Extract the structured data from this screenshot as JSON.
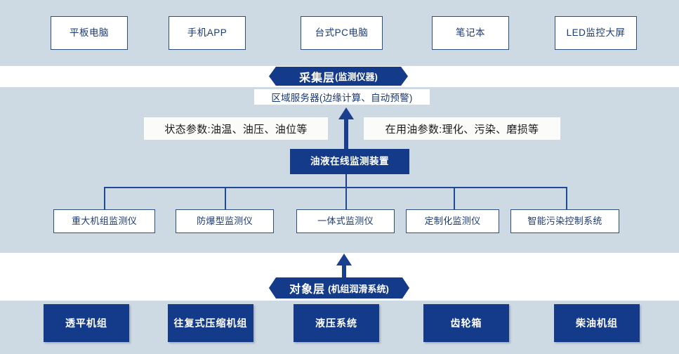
{
  "diagram": {
    "title_present": false,
    "colors": {
      "band_background": "#cdd9e3",
      "page_background": "#ffffff",
      "accent_dark_blue": "#143a8a",
      "outline_blue": "#2b4f81",
      "text_blue": "#1b3a73",
      "connector_blue": "#1e4a97"
    },
    "layers": {
      "presentation": {
        "name": "presentation-layer",
        "items": [
          {
            "label": "平板电脑"
          },
          {
            "label": "手机APP"
          },
          {
            "label": "台式PC电脑"
          },
          {
            "label": "笔记本"
          },
          {
            "label": "LED监控大屏"
          }
        ]
      },
      "acquisition_banner": {
        "main": "采集层",
        "paren": "(监测仪器)"
      },
      "server": {
        "label": "区域服务器(边缘计算、自动预警)"
      },
      "parameters": {
        "left": "状态参数:油温、油压、油位等",
        "right": "在用油参数:理化、污染、磨损等"
      },
      "device": {
        "label": "油液在线监测装置"
      },
      "instruments": {
        "name": "monitoring-instruments",
        "items": [
          {
            "label": "重大机组监测仪"
          },
          {
            "label": "防爆型监测仪"
          },
          {
            "label": "一体式监测仪"
          },
          {
            "label": "定制化监测仪"
          },
          {
            "label": "智能污染控制系统"
          }
        ]
      },
      "object_banner": {
        "main": "对象层",
        "paren": "(机组润滑系统)"
      },
      "objects": {
        "name": "object-layer",
        "items": [
          {
            "label": "透平机组"
          },
          {
            "label": "往复式压缩机组"
          },
          {
            "label": "液压系统"
          },
          {
            "label": "齿轮箱"
          },
          {
            "label": "柴油机组"
          }
        ]
      }
    }
  }
}
